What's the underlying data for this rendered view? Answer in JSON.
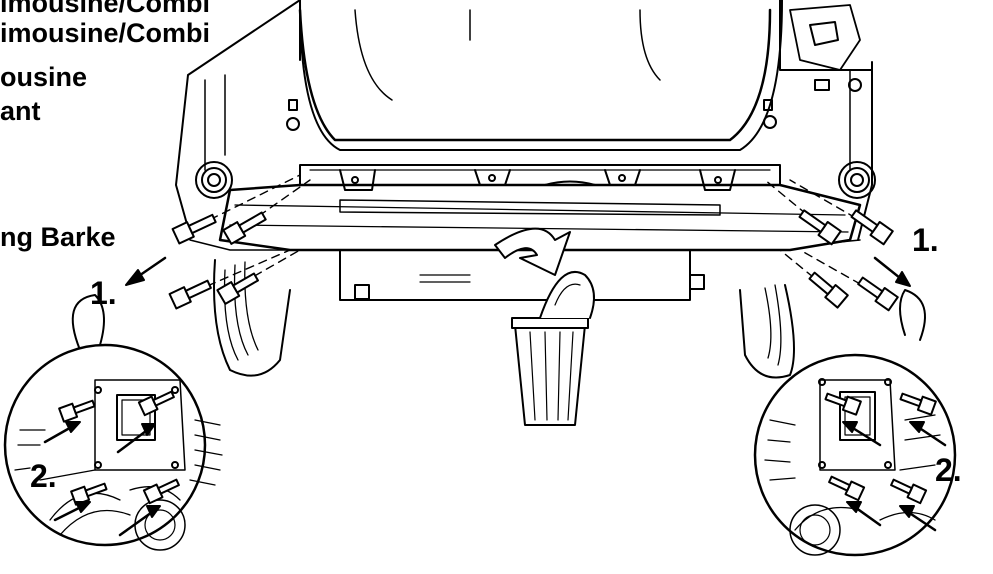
{
  "header": {
    "line1": "imousine/Combi",
    "line2": "imousine/Combi",
    "line3": "ousine",
    "line4": "ant"
  },
  "side_label": "ng Barke",
  "steps": {
    "step1_left": "1.",
    "step1_right": "1.",
    "step2_left": "2.",
    "step2_right": "2."
  }
}
